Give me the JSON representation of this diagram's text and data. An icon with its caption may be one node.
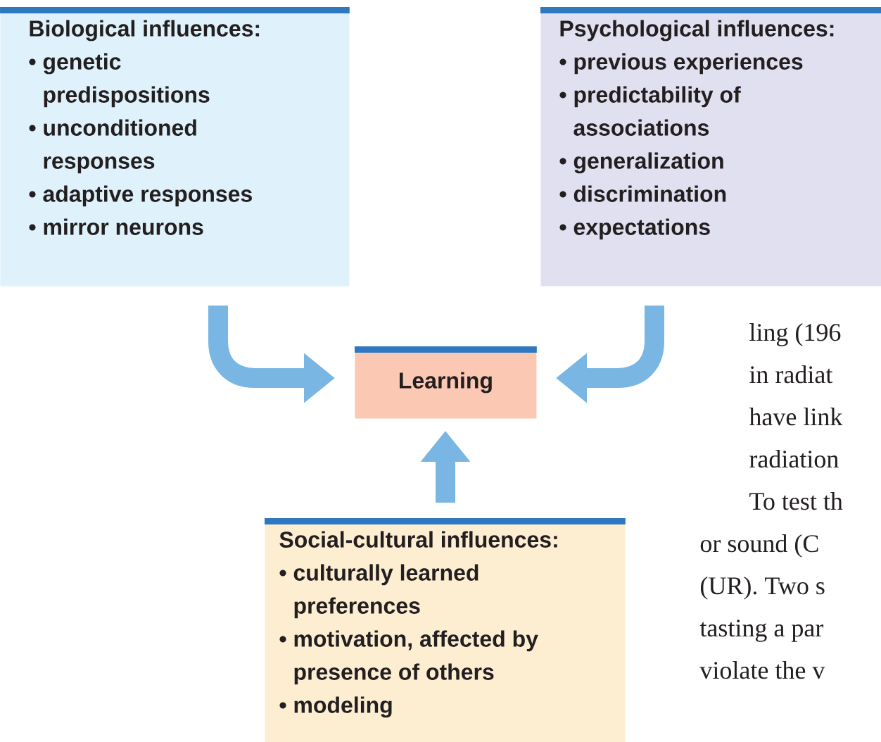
{
  "diagram": {
    "nodes": [
      {
        "text": [
          "Biological influences:",
          "• genetic predispositions",
          "• unconditioned responses",
          "• adaptive responses",
          "• mirror neurons"
        ]
      },
      {
        "text": [
          "Psychological influences:",
          "• previous experiences",
          "• predictability of associations",
          "• generalization",
          "• discrimination",
          "• expectations"
        ]
      },
      {
        "text": [
          "Learning"
        ]
      },
      {
        "text": [
          "Social-cultural influences:",
          "• culturally learned preferences",
          "• motivation, affected by presence of others",
          "• modeling"
        ]
      }
    ],
    "edges": [
      {
        "from": 0,
        "to": 2,
        "arrow": "to"
      },
      {
        "from": 1,
        "to": 2,
        "arrow": "to"
      },
      {
        "from": 3,
        "to": 2,
        "arrow": "to"
      }
    ],
    "labels": [
      "ling (196",
      "in radiat",
      "have link",
      "radiation",
      "To test th",
      "or sound (C",
      "(UR). Two s",
      "tasting a par",
      "violate the v"
    ]
  }
}
